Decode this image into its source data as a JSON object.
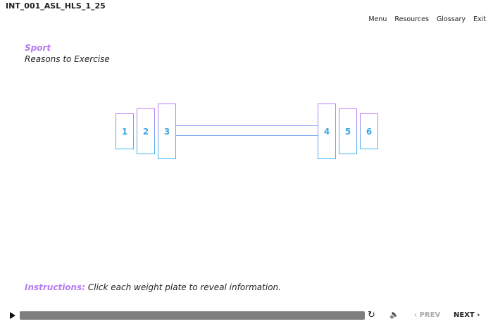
{
  "header": {
    "title": "INT_001_ASL_HLS_1_25",
    "nav": [
      "Menu",
      "Resources",
      "Glossary",
      "Exit"
    ]
  },
  "content": {
    "category": "Sport",
    "subtitle": "Reasons to Exercise",
    "plates": [
      "1",
      "2",
      "3",
      "4",
      "5",
      "6"
    ],
    "instructions_label": "Instructions:",
    "instructions_text": " Click each weight plate to reveal information."
  },
  "controls": {
    "replay_icon": "↻",
    "volume_icon": "🔈",
    "prev": "‹ PREV",
    "next": "NEXT ›",
    "progress": 0
  }
}
